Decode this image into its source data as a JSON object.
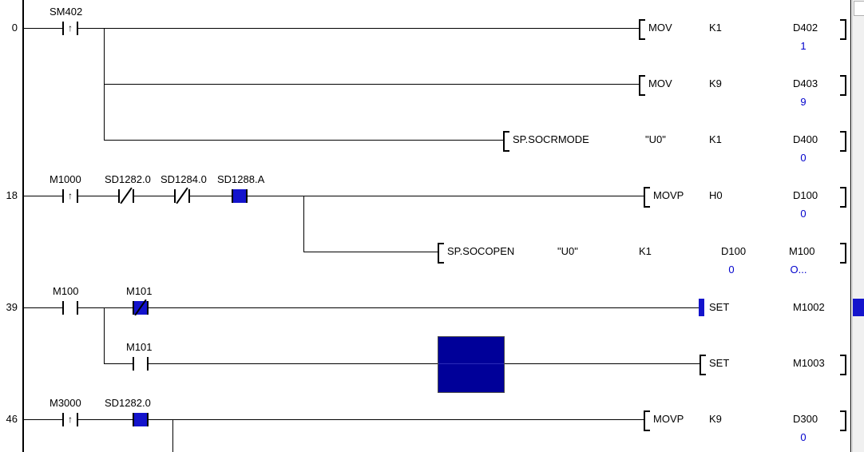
{
  "app": {
    "type": "plc-ladder-monitor",
    "background": "#ffffff",
    "wire_color": "#000000",
    "monitor_value_color": "#0000cc",
    "energized_color": "#1414cc",
    "cursor_color": "#000099"
  },
  "icons": {
    "rising_edge": "↑"
  },
  "rungs": [
    {
      "number": "0",
      "contacts": [
        {
          "label": "SM402",
          "type": "rising-pulse",
          "energized": false
        }
      ],
      "instructions": [
        {
          "op": "MOV",
          "args": [
            "K1",
            "D402"
          ],
          "monitor": "1"
        },
        {
          "op": "MOV",
          "args": [
            "K9",
            "D403"
          ],
          "monitor": "9"
        },
        {
          "op": "SP.SOCRMODE",
          "args": [
            "\"U0\"",
            "K1",
            "D400"
          ],
          "monitor": "0"
        }
      ]
    },
    {
      "number": "18",
      "contacts": [
        {
          "label": "M1000",
          "type": "rising-pulse",
          "energized": false
        },
        {
          "label": "SD1282.0",
          "type": "normally-closed",
          "energized": false
        },
        {
          "label": "SD1284.0",
          "type": "normally-closed",
          "energized": false
        },
        {
          "label": "SD1288.A",
          "type": "normally-open",
          "energized": true
        }
      ],
      "instructions": [
        {
          "op": "MOVP",
          "args": [
            "H0",
            "D100"
          ],
          "monitor": "0"
        },
        {
          "op": "SP.SOCOPEN",
          "args": [
            "\"U0\"",
            "K1",
            "D100",
            "M100"
          ],
          "monitors": [
            "0",
            "O..."
          ]
        }
      ]
    },
    {
      "number": "39",
      "contacts": [
        {
          "label": "M100",
          "type": "normally-open",
          "energized": false
        },
        {
          "label": "M101",
          "type": "normally-closed",
          "energized": true
        },
        {
          "label": "M101",
          "type": "normally-open",
          "energized": false
        }
      ],
      "instructions": [
        {
          "op": "SET",
          "args": [
            "M1002"
          ],
          "energized": true
        },
        {
          "op": "SET",
          "args": [
            "M1003"
          ],
          "energized": false
        }
      ]
    },
    {
      "number": "46",
      "contacts": [
        {
          "label": "M3000",
          "type": "rising-pulse",
          "energized": false
        },
        {
          "label": "SD1282.0",
          "type": "normally-open",
          "energized": true
        }
      ],
      "instructions": [
        {
          "op": "MOVP",
          "args": [
            "K9",
            "D300"
          ],
          "monitor": "0"
        }
      ]
    }
  ]
}
